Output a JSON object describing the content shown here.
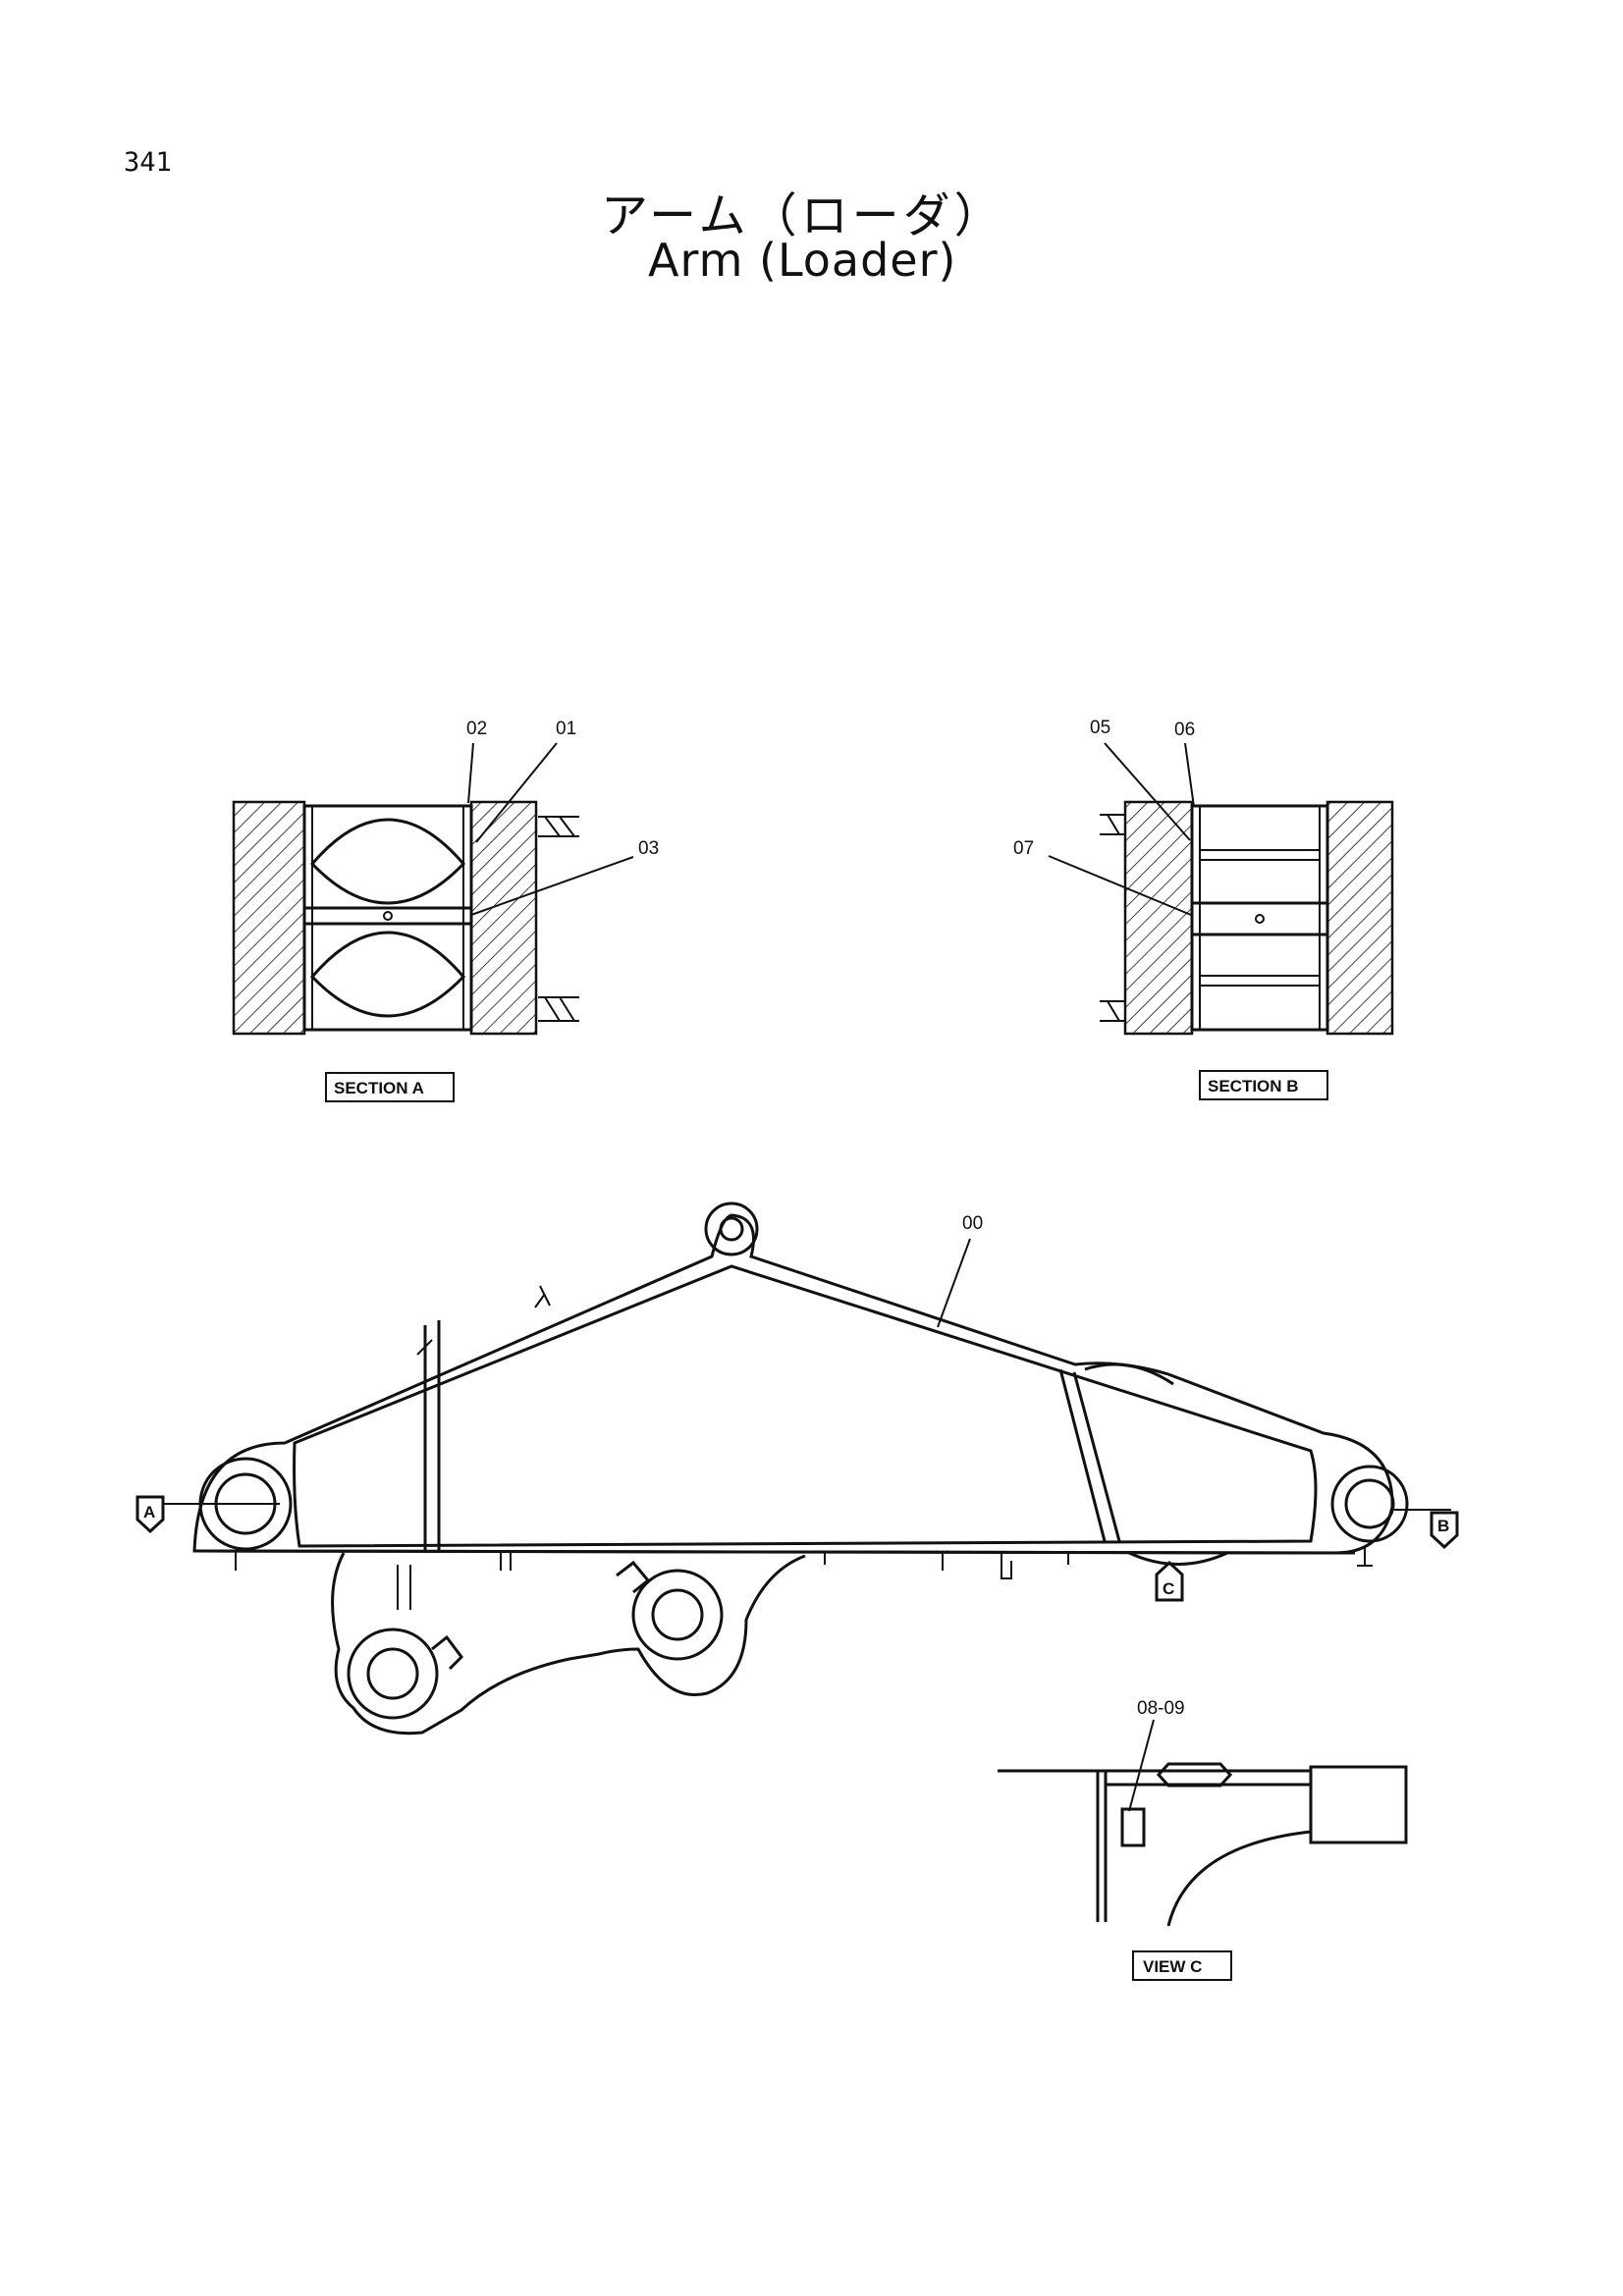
{
  "page": {
    "number": "341",
    "title_jp": "アーム（ローダ）",
    "title_en": "Arm (Loader)"
  },
  "section_a": {
    "caption": "SECTION A",
    "callouts": [
      "02",
      "01",
      "03"
    ]
  },
  "section_b": {
    "caption": "SECTION B",
    "callouts": [
      "05",
      "06",
      "07"
    ]
  },
  "main_view": {
    "callouts": [
      "00"
    ],
    "markers": [
      "A",
      "B",
      "C"
    ]
  },
  "view_c": {
    "caption": "VIEW C",
    "callouts": [
      "08-09"
    ]
  }
}
